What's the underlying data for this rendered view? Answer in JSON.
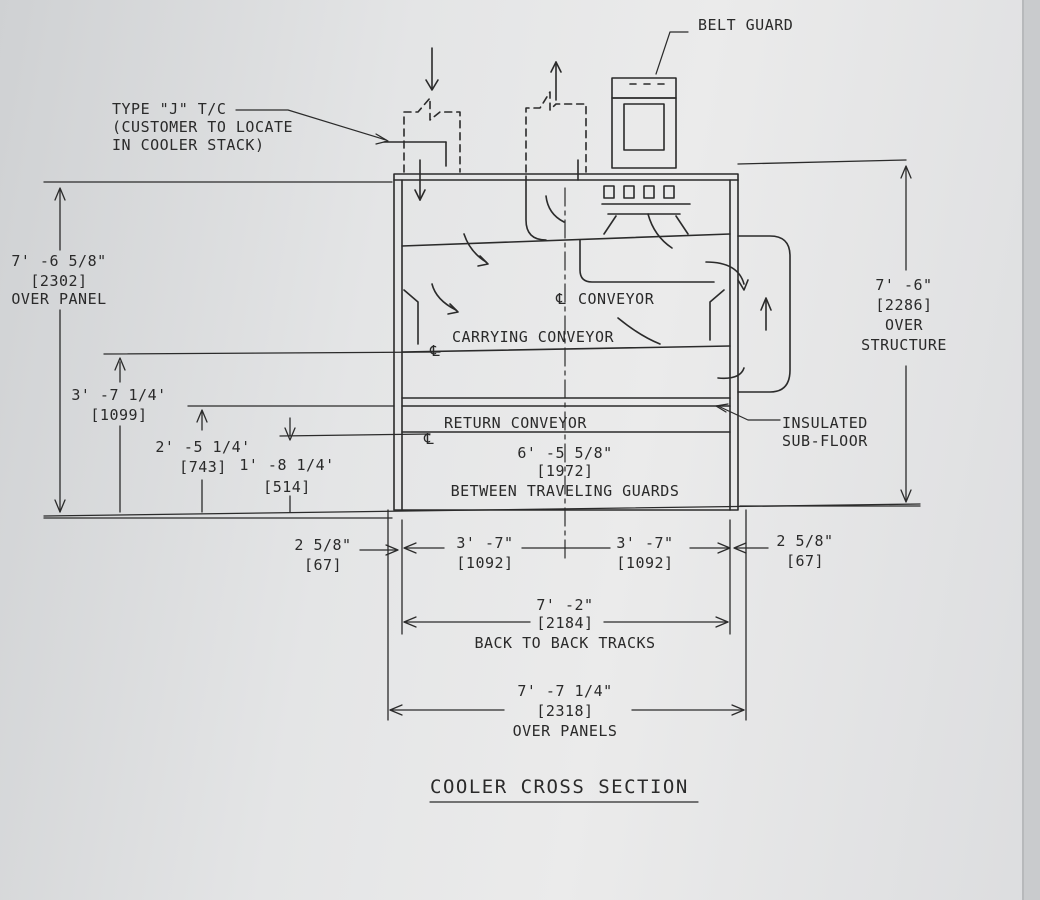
{
  "drawing": {
    "title": "COOLER CROSS SECTION",
    "callouts": {
      "belt_guard": "BELT GUARD",
      "thermocouple_1": "TYPE \"J\" T/C",
      "thermocouple_2": "(CUSTOMER TO LOCATE",
      "thermocouple_3": "IN COOLER STACK)",
      "insulated_1": "INSULATED",
      "insulated_2": "SUB-FLOOR"
    },
    "internal_labels": {
      "centerline": "℄",
      "conveyor": "CONVEYOR",
      "carrying_conveyor": "CARRYING CONVEYOR",
      "return_conveyor": "RETURN CONVEYOR"
    },
    "dimensions": {
      "over_panel_height": {
        "imperial": "7' -6 5/8\"",
        "metric": "[2302]",
        "note": "OVER PANEL"
      },
      "over_structure_height": {
        "imperial": "7' -6\"",
        "metric": "[2286]",
        "note_1": "OVER",
        "note_2": "STRUCTURE"
      },
      "carrying_height": {
        "imperial": "3' -7 1/4'",
        "metric": "[1099]"
      },
      "height_743": {
        "imperial": "2' -5 1/4'",
        "metric": "[743]"
      },
      "height_514": {
        "imperial": "1' -8 1/4'",
        "metric": "[514]"
      },
      "between_guards": {
        "imperial": "6' -5 5/8\"",
        "metric": "[1972]",
        "note": "BETWEEN TRAVELING GUARDS"
      },
      "left_offset": {
        "imperial": "2 5/8\"",
        "metric": "[67]"
      },
      "right_offset": {
        "imperial": "2 5/8\"",
        "metric": "[67]"
      },
      "left_half": {
        "imperial": "3' -7\"",
        "metric": "[1092]"
      },
      "right_half": {
        "imperial": "3' -7\"",
        "metric": "[1092]"
      },
      "back_to_back": {
        "imperial": "7' -2\"",
        "metric": "[2184]",
        "note": "BACK TO BACK TRACKS"
      },
      "over_panels": {
        "imperial": "7' -7 1/4\"",
        "metric": "[2318]",
        "note": "OVER PANELS"
      }
    }
  }
}
